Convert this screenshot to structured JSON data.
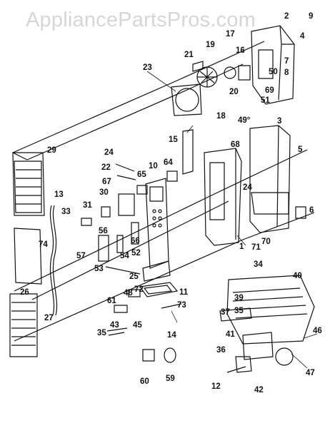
{
  "watermark": "AppliancePartsPros.com",
  "callouts": [
    "2",
    "9",
    "4",
    "17",
    "16",
    "7",
    "19",
    "50",
    "8",
    "21",
    "20",
    "69",
    "51",
    "23",
    "3",
    "18",
    "49°",
    "15",
    "5",
    "29",
    "68",
    "24",
    "64",
    "10",
    "22",
    "65",
    "67",
    "30",
    "24",
    "13",
    "31",
    "6",
    "33",
    "56",
    "66",
    "52",
    "1",
    "71",
    "70",
    "74",
    "57",
    "54",
    "53",
    "25",
    "34",
    "40",
    "26",
    "48",
    "72",
    "11",
    "39",
    "35",
    "61",
    "73",
    "37",
    "27",
    "43",
    "45",
    "14",
    "41",
    "46",
    "35",
    "36",
    "47",
    "60",
    "59",
    "12",
    "42"
  ],
  "colors": {
    "line": "#111111",
    "watermark": "#d6d6d6",
    "background": "#ffffff"
  }
}
